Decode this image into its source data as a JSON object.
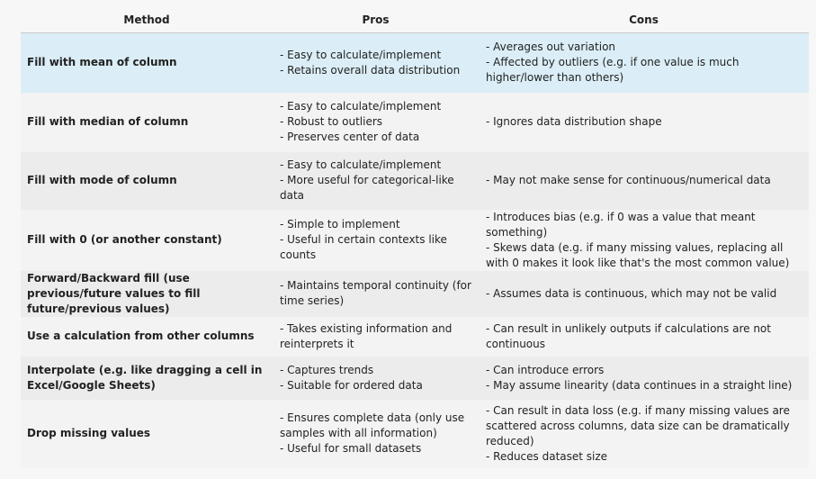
{
  "headers": {
    "method": "Method",
    "pros": "Pros",
    "cons": "Cons"
  },
  "rows": [
    {
      "method": "Fill with mean of column",
      "pros": [
        "- Easy to calculate/implement",
        "- Retains overall data distribution"
      ],
      "cons": [
        "- Averages out variation",
        "- Affected by outliers (e.g. if one value is much higher/lower than others)"
      ]
    },
    {
      "method": "Fill with median of column",
      "pros": [
        "- Easy to calculate/implement",
        "- Robust to outliers",
        "- Preserves center of data"
      ],
      "cons": [
        "- Ignores data distribution shape"
      ]
    },
    {
      "method": "Fill with mode of column",
      "pros": [
        "- Easy to calculate/implement",
        "- More useful for categorical-like data"
      ],
      "cons": [
        "- May not make sense for continuous/numerical data"
      ]
    },
    {
      "method": "Fill with 0 (or another constant)",
      "pros": [
        "- Simple to implement",
        "- Useful in certain contexts like counts"
      ],
      "cons": [
        "- Introduces bias (e.g. if 0 was a value that meant something)",
        "- Skews data (e.g. if many missing values, replacing all with 0 makes it look like that's the most common value)"
      ]
    },
    {
      "method": "Forward/Backward fill (use previous/future values to fill future/previous values)",
      "pros": [
        "- Maintains temporal continuity (for time series)"
      ],
      "cons": [
        "- Assumes data is continuous, which may not be valid"
      ]
    },
    {
      "method": "Use a calculation from other columns",
      "pros": [
        "- Takes existing information and reinterprets it"
      ],
      "cons": [
        "- Can result in unlikely outputs if calculations are not continuous"
      ]
    },
    {
      "method": "Interpolate (e.g. like dragging a cell in Excel/Google Sheets)",
      "pros": [
        "- Captures trends",
        "- Suitable for ordered data"
      ],
      "cons": [
        "- Can introduce errors",
        "- May assume linearity (data continues in a straight line)"
      ]
    },
    {
      "method": "Drop missing values",
      "pros": [
        "- Ensures complete data (only use samples with all information)",
        "- Useful for small datasets"
      ],
      "cons": [
        "- Can result in data loss (e.g. if many missing values are scattered across columns, data size can be dramatically reduced)",
        "- Reduces dataset size"
      ]
    }
  ]
}
